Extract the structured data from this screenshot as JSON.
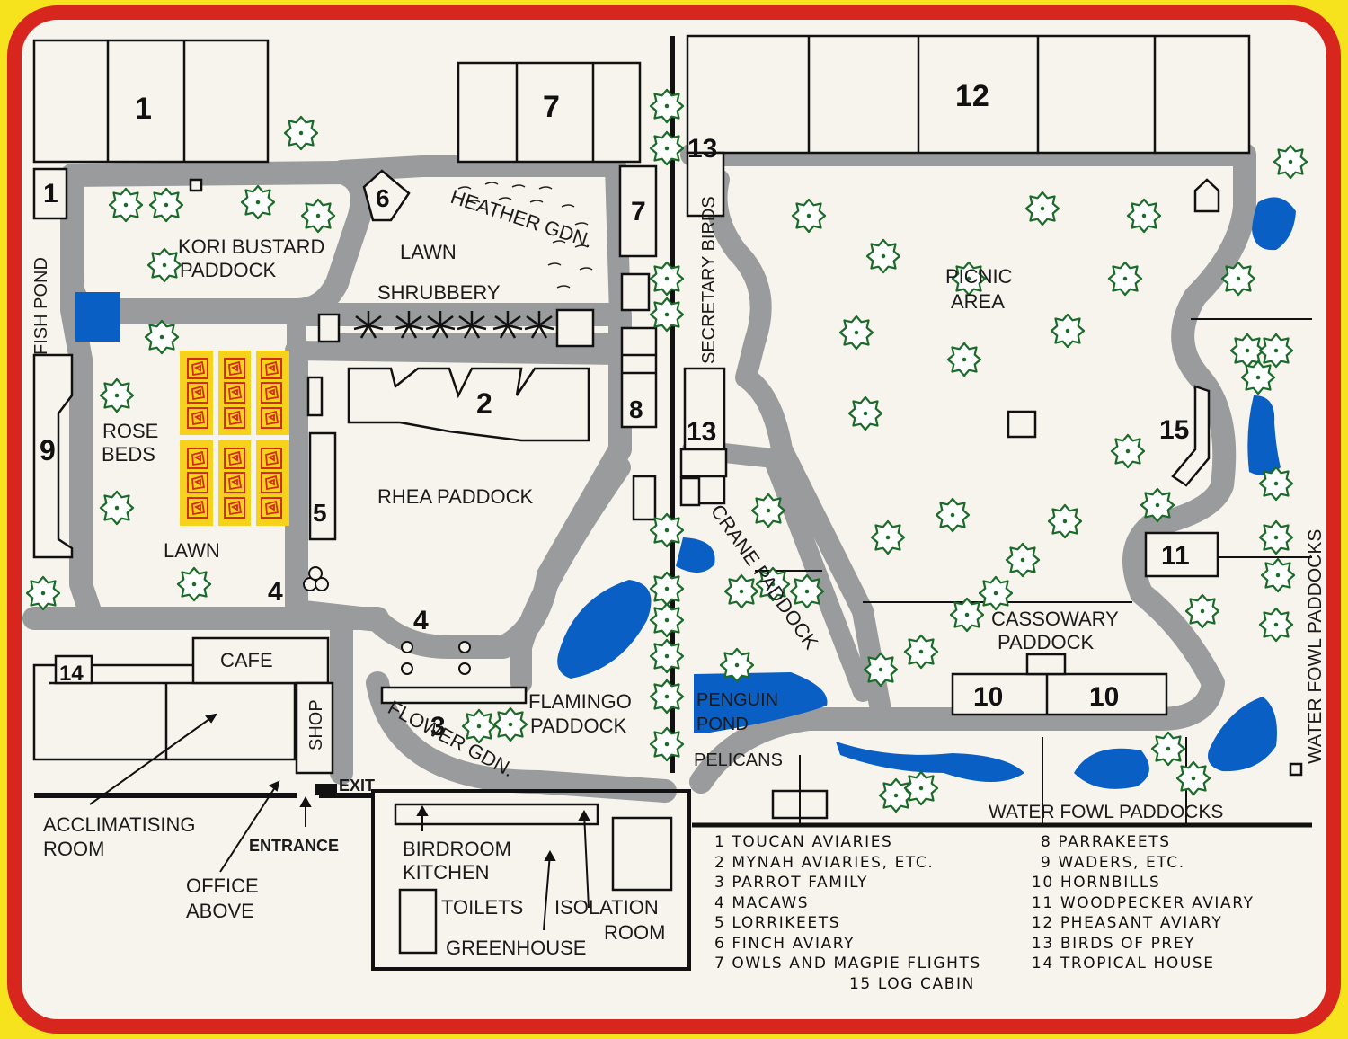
{
  "colors": {
    "border_outer": "#f7e21e",
    "border_frame": "#d7261e",
    "paper": "#f6f4ec",
    "path": "#9a9b9d",
    "water": "#0a5fc4",
    "tree_outline": "#1c6b2a",
    "rose_bed": "#f7d21c",
    "rose": "#d42a1a"
  },
  "labels": {
    "kori_bustard_1": "KORI BUSTARD",
    "kori_bustard_2": "PADDOCK",
    "lawn_top": "LAWN",
    "heather_gdn": "HEATHER GDN.",
    "shrubbery": "SHRUBBERY",
    "fish_pond": "FISH POND",
    "rose_beds_1": "ROSE",
    "rose_beds_2": "BEDS",
    "lawn_left": "LAWN",
    "rhea_paddock": "RHEA PADDOCK",
    "secretary_birds": "SECRETARY BIRDS",
    "crane_paddock": "CRANE PADDOCK",
    "picnic_1": "PICNIC",
    "picnic_2": "AREA",
    "cassowary_1": "CASSOWARY",
    "cassowary_2": "PADDOCK",
    "cafe": "CAFE",
    "shop": "SHOP",
    "flamingo_1": "FLAMINGO",
    "flamingo_2": "PADDOCK",
    "flower_gdn": "FLOWER GDN.",
    "penguin_1": "PENGUIN",
    "penguin_2": "POND",
    "pelicans": "PELICANS",
    "exit": "EXIT",
    "entrance": "ENTRANCE",
    "acclimatising_1": "ACCLIMATISING",
    "acclimatising_2": "ROOM",
    "office_1": "OFFICE",
    "office_2": "ABOVE",
    "birdroom_1": "BIRDROOM",
    "birdroom_2": "KITCHEN",
    "toilets": "TOILETS",
    "isolation_1": "ISOLATION",
    "isolation_2": "ROOM",
    "greenhouse": "GREENHOUSE",
    "water_fowl_bottom": "WATER FOWL PADDOCKS",
    "water_fowl_right": "WATER FOWL PADDOCKS"
  },
  "numbers": {
    "n1_top": "1",
    "n1_side": "1",
    "n2": "2",
    "n3": "3",
    "n4_left": "4",
    "n4_mid": "4",
    "n5": "5",
    "n6": "6",
    "n7_top": "7",
    "n7_side": "7",
    "n8": "8",
    "n9": "9",
    "n10_a": "10",
    "n10_b": "10",
    "n11": "11",
    "n12": "12",
    "n13_top": "13",
    "n13_mid": "13",
    "n14": "14",
    "n15": "15"
  },
  "legend": {
    "left": [
      "1 TOUCAN AVIARIES",
      "2 MYNAH AVIARIES, ETC.",
      "3 PARROT FAMILY",
      "4 MACAWS",
      "5 LORRIKEETS",
      "6 FINCH AVIARY",
      "7 OWLS AND MAGPIE FLIGHTS"
    ],
    "right": [
      "8 PARRAKEETS",
      "9 WADERS, ETC.",
      "10 HORNBILLS",
      "11 WOODPECKER AVIARY",
      "12 PHEASANT AVIARY",
      "13 BIRDS OF PREY",
      "14 TROPICAL HOUSE"
    ],
    "center": "15 LOG CABIN"
  }
}
